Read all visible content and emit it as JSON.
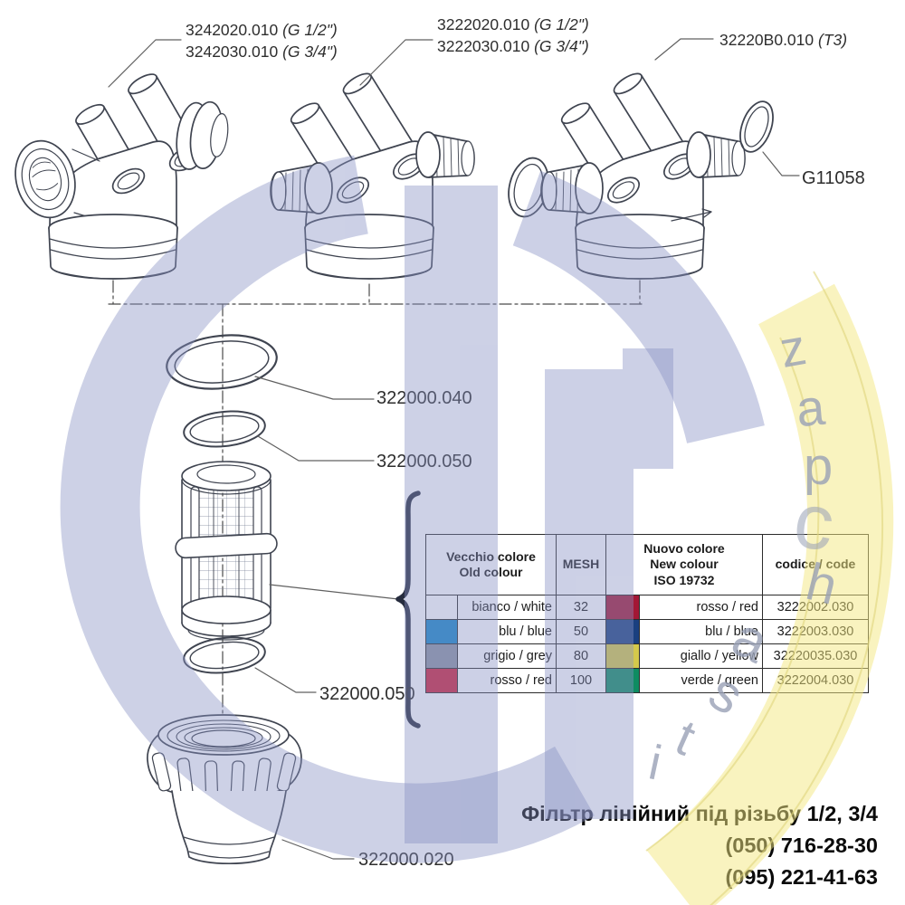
{
  "head_labels": {
    "left": [
      {
        "num": "3242020.010",
        "size": "(G 1/2\")"
      },
      {
        "num": "3242030.010",
        "size": "(G 3/4\")"
      }
    ],
    "middle": [
      {
        "num": "3222020.010",
        "size": "(G 1/2\")"
      },
      {
        "num": "3222030.010",
        "size": "(G 3/4\")"
      }
    ],
    "right": [
      {
        "num": "32220B0.010",
        "size": "(T3)"
      }
    ]
  },
  "part_labels": {
    "head_oring": "G11058",
    "oring_large": "322000.040",
    "oring_small_upper": "322000.050",
    "oring_small_lower": "322000.050",
    "bowl": "322000.020"
  },
  "table": {
    "header": {
      "old1": "Vecchio colore",
      "old2": "Old colour",
      "mesh": "MESH",
      "new1": "Nuovo colore",
      "new2": "New colour",
      "new3": "ISO 19732",
      "code": "codice / code"
    },
    "rows": [
      {
        "old_swatch": "transparent",
        "old": "bianco / white",
        "mesh": "32",
        "new_swatch": "#A31735",
        "new": "rosso / red",
        "code": "3222002.030"
      },
      {
        "old_swatch": "#1586C8",
        "old": "blu / blue",
        "mesh": "50",
        "new_swatch": "#1A4080",
        "new": "blu / blue",
        "code": "3222003.030"
      },
      {
        "old_swatch": "#8C93A3",
        "old": "grigio / grey",
        "mesh": "80",
        "new_swatch": "#D4C94B",
        "new": "giallo / yellow",
        "code": "32220035.030"
      },
      {
        "old_swatch": "#CD1F3A",
        "old": "rosso / red",
        "mesh": "100",
        "new_swatch": "#0E8C62",
        "new": "verde / green",
        "code": "3222004.030"
      }
    ]
  },
  "footer": {
    "title": "Фільтр лінійний під різьбу 1/2, 3/4",
    "phone1": "(050) 716-28-30",
    "phone2": "(095) 221-41-63"
  },
  "watermark": {
    "letters": [
      "z",
      "a",
      "p",
      "c",
      "h",
      "a",
      "s",
      "t",
      "i"
    ],
    "lavender": "#8891c4",
    "yellow": "#f3e87f",
    "letter_color": "#99a1b6"
  }
}
